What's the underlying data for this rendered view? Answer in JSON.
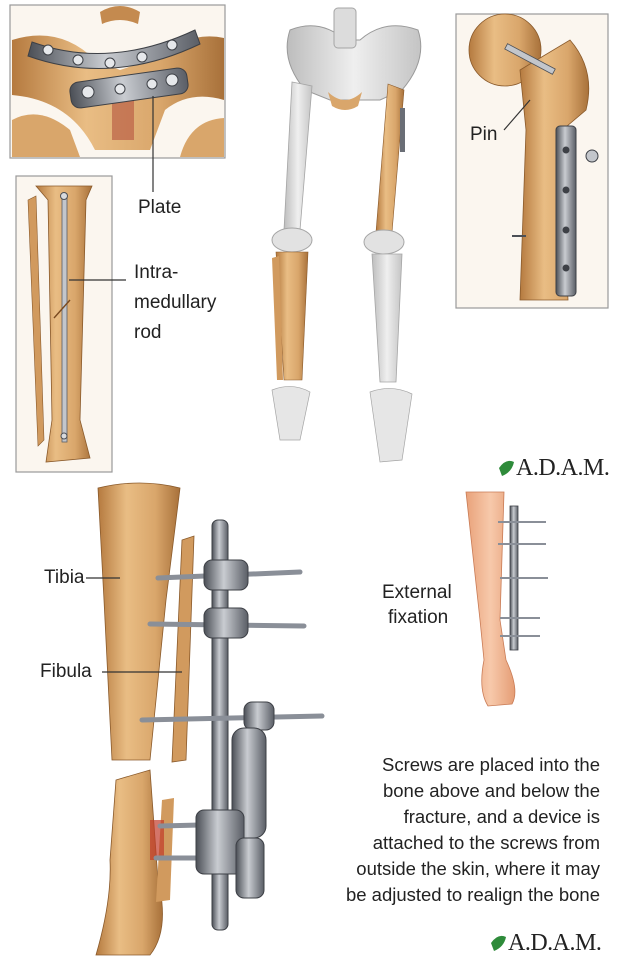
{
  "labels": {
    "plate": "Plate",
    "intramedullary_rod": [
      "Intra-",
      "medullary",
      "rod"
    ],
    "pin": "Pin",
    "tibia": "Tibia",
    "fibula": "Fibula",
    "external_fixation": [
      "External",
      "fixation"
    ]
  },
  "caption_lines": [
    "Screws are placed into the",
    "bone above and below the",
    "fracture, and a device is",
    "attached to the screws from",
    "outside the skin, where it may",
    "be adjusted to realign the bone"
  ],
  "logo": {
    "text": "A.D.A.M.",
    "leaf_icon": "leaf-icon",
    "leaf_color": "#2e8b3a"
  },
  "colors": {
    "bone": "#d9a66b",
    "bone_dark": "#b57a3f",
    "bone_light": "#f3d3a4",
    "metal": "#8a8f98",
    "metal_dark": "#4b4f56",
    "skin": "#efb492",
    "skeleton_gray": "#d8d8d8"
  }
}
